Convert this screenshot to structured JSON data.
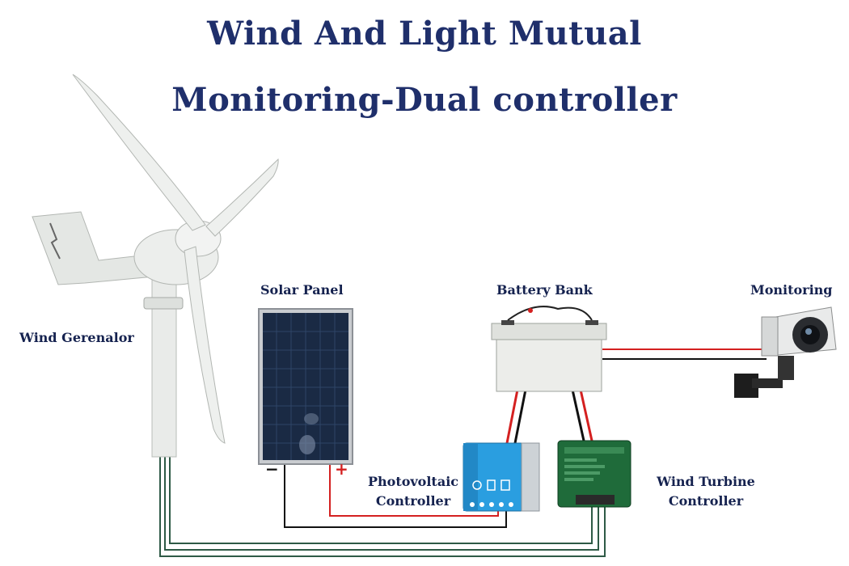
{
  "title": {
    "line1": "Wind And Light Mutual",
    "line2": "Monitoring-Dual controller"
  },
  "labels": {
    "wind_generator": "Wind Gerenalor",
    "solar_panel": "Solar Panel",
    "battery_bank": "Battery Bank",
    "monitoring": "Monitoring",
    "pv_controller_line1": "Photovoltaic",
    "pv_controller_line2": "Controller",
    "wind_controller_line1": "Wind Turbine",
    "wind_controller_line2": "Controller"
  },
  "solar_terminals": {
    "negative": "−",
    "positive": "+"
  },
  "colors": {
    "title": "#1f2f6b",
    "label": "#15224f",
    "wire_positive": "#d42020",
    "wire_negative": "#111111",
    "wire_wind": "#2e5a46",
    "pv_controller": "#2a9ee0",
    "wind_controller": "#1f6b3a"
  }
}
